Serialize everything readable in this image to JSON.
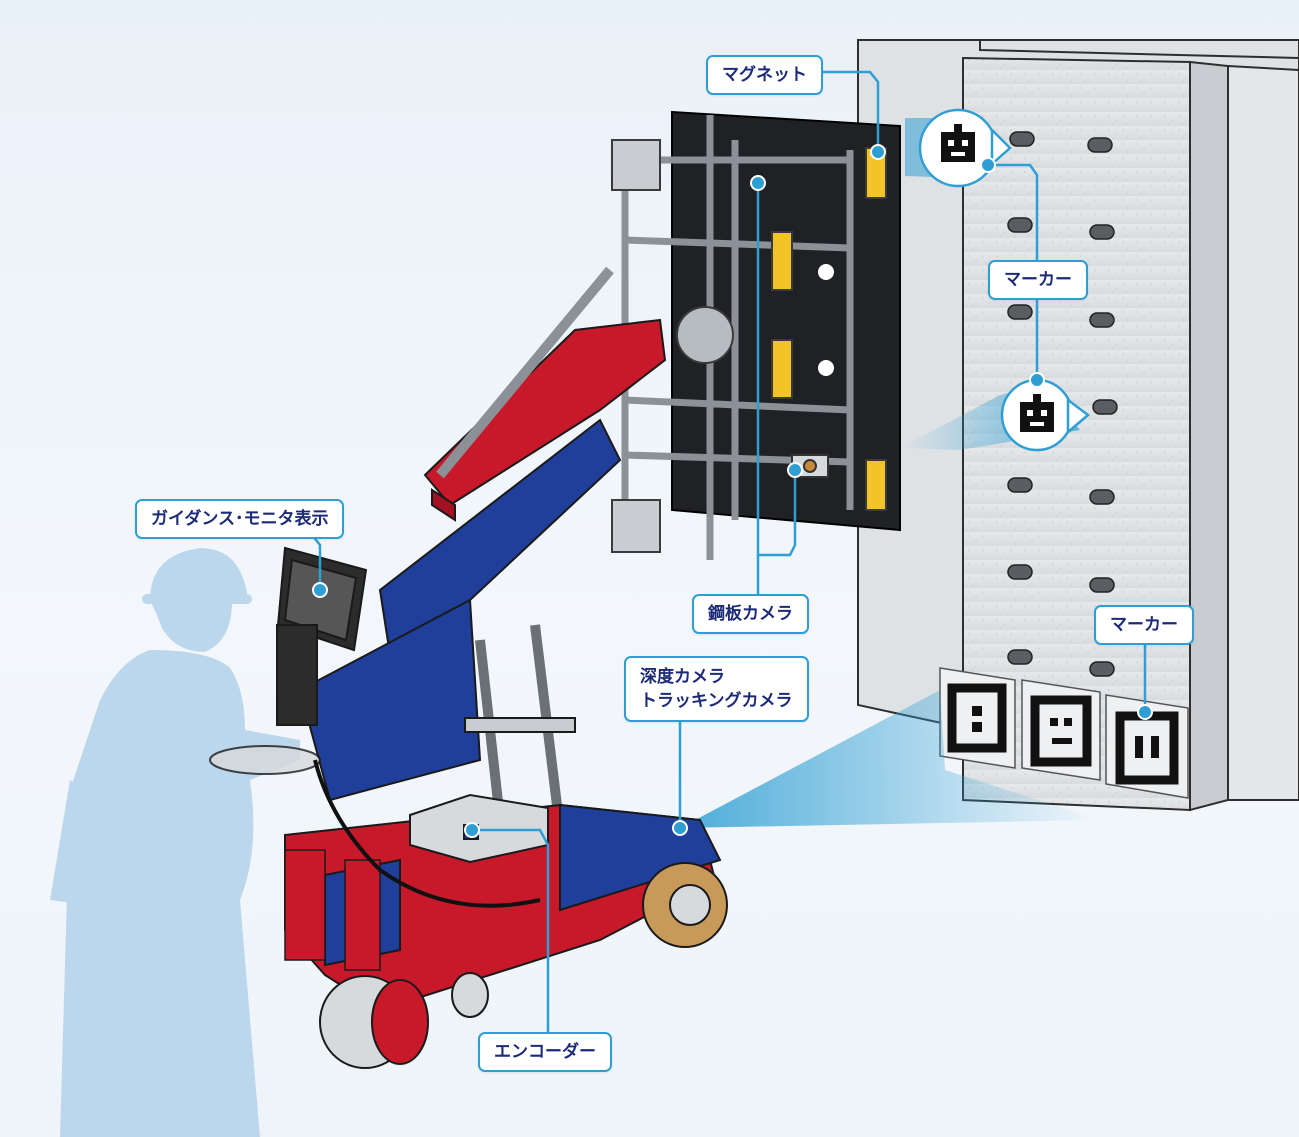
{
  "labels": {
    "magnet": "マグネット",
    "marker_top": "マーカー",
    "marker_bottom": "マーカー",
    "guidance_monitor": "ガイダンス･モニタ表示",
    "steel_camera": "鋼板カメラ",
    "depth_camera": "深度カメラ\nトラッキングカメラ",
    "encoder": "エンコーダー"
  },
  "colors": {
    "accent": "#2f9fd3",
    "label_text": "#1d2a78",
    "robot_blue": "#1f3f9a",
    "robot_red": "#c8192b",
    "magnet_yellow": "#f2c42a",
    "wall": "#e2e5e8",
    "person_silhouette": "#b9d6ec"
  },
  "icons": [
    "marker-robot-icon",
    "aruco-marker-icon",
    "camera-beam-icon",
    "worker-silhouette-icon"
  ]
}
